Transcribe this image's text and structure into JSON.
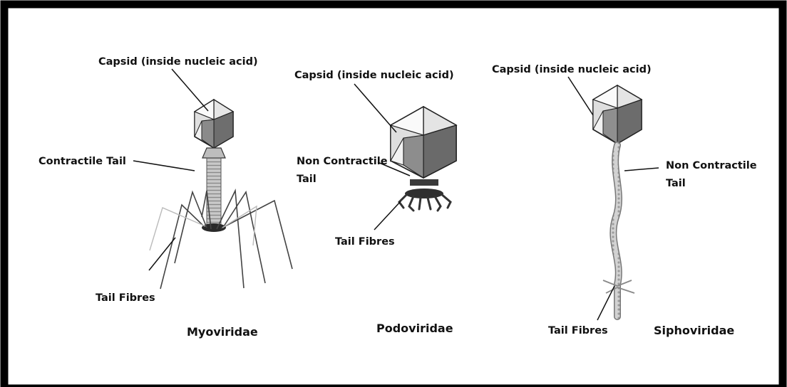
{
  "phages": [
    {
      "name": "Myoviridae",
      "labels": {
        "capsid": "Capsid (inside nucleic acid)",
        "tail": "Contractile Tail",
        "fibres": "Tail Fibres"
      }
    },
    {
      "name": "Podoviridae",
      "labels": {
        "capsid": "Capsid (inside nucleic acid)",
        "tail_line1": "Non Contractile",
        "tail_line2": "Tail",
        "fibres": "Tail Fibres"
      }
    },
    {
      "name": "Siphoviridae",
      "labels": {
        "capsid": "Capsid (inside nucleic acid)",
        "tail_line1": "Non Contractile",
        "tail_line2": "Tail",
        "fibres": "Tail Fibres"
      }
    }
  ]
}
